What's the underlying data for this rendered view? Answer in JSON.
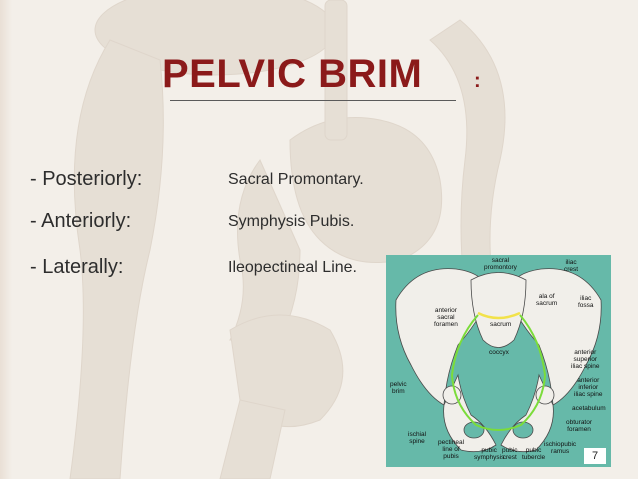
{
  "slide": {
    "title": "PELVIC BRIM",
    "title_suffix": ":",
    "rows": [
      {
        "label": "- Posteriorly:",
        "value": "Sacral Promontary."
      },
      {
        "label": "- Anteriorly:",
        "value": "Symphysis Pubis."
      },
      {
        "label": "- Laterally:",
        "value": "Ileopectineal Line."
      }
    ],
    "page_number": "7"
  },
  "figure": {
    "labels": {
      "sacral_promontory": "sacral\npromontory",
      "iliac_crest": "iliac\ncrest",
      "ala_of_sacrum": "ala of\nsacrum",
      "iliac_fossa": "iliac\nfossa",
      "anterior_sacral_foramen": "anterior\nsacral\nforamen",
      "sacrum": "sacrum",
      "coccyx": "coccyx",
      "anterior_superior_iliac_spine": "anterior\nsuperior\niliac spine",
      "anterior_inferior_iliac_spine": "anterior\ninferior\niliac spine",
      "pelvic_brim": "pelvic\nbrim",
      "acetabulum": "acetabulum",
      "obturator_foramen": "obturator\nforamen",
      "ischial_spine": "ischial\nspine",
      "pectineal_line_of_pubis": "pectineal\nline of\npubis",
      "pubic_symphysis": "pubic\nsymphysis",
      "pubic_crest": "pubic\ncrest",
      "pubic_tubercle": "pubic\ntubercle",
      "ischiopubic_ramus": "ischiopubic\nramus"
    },
    "colors": {
      "background": "#66b9a9",
      "bone": "#f1efea",
      "brim_highlight": "#7bdc3a",
      "promontory_highlight": "#f2e24a"
    }
  },
  "theme": {
    "title_color": "#8b1a1a",
    "text_color": "#2d2d2d",
    "background": "#f3efe9"
  }
}
